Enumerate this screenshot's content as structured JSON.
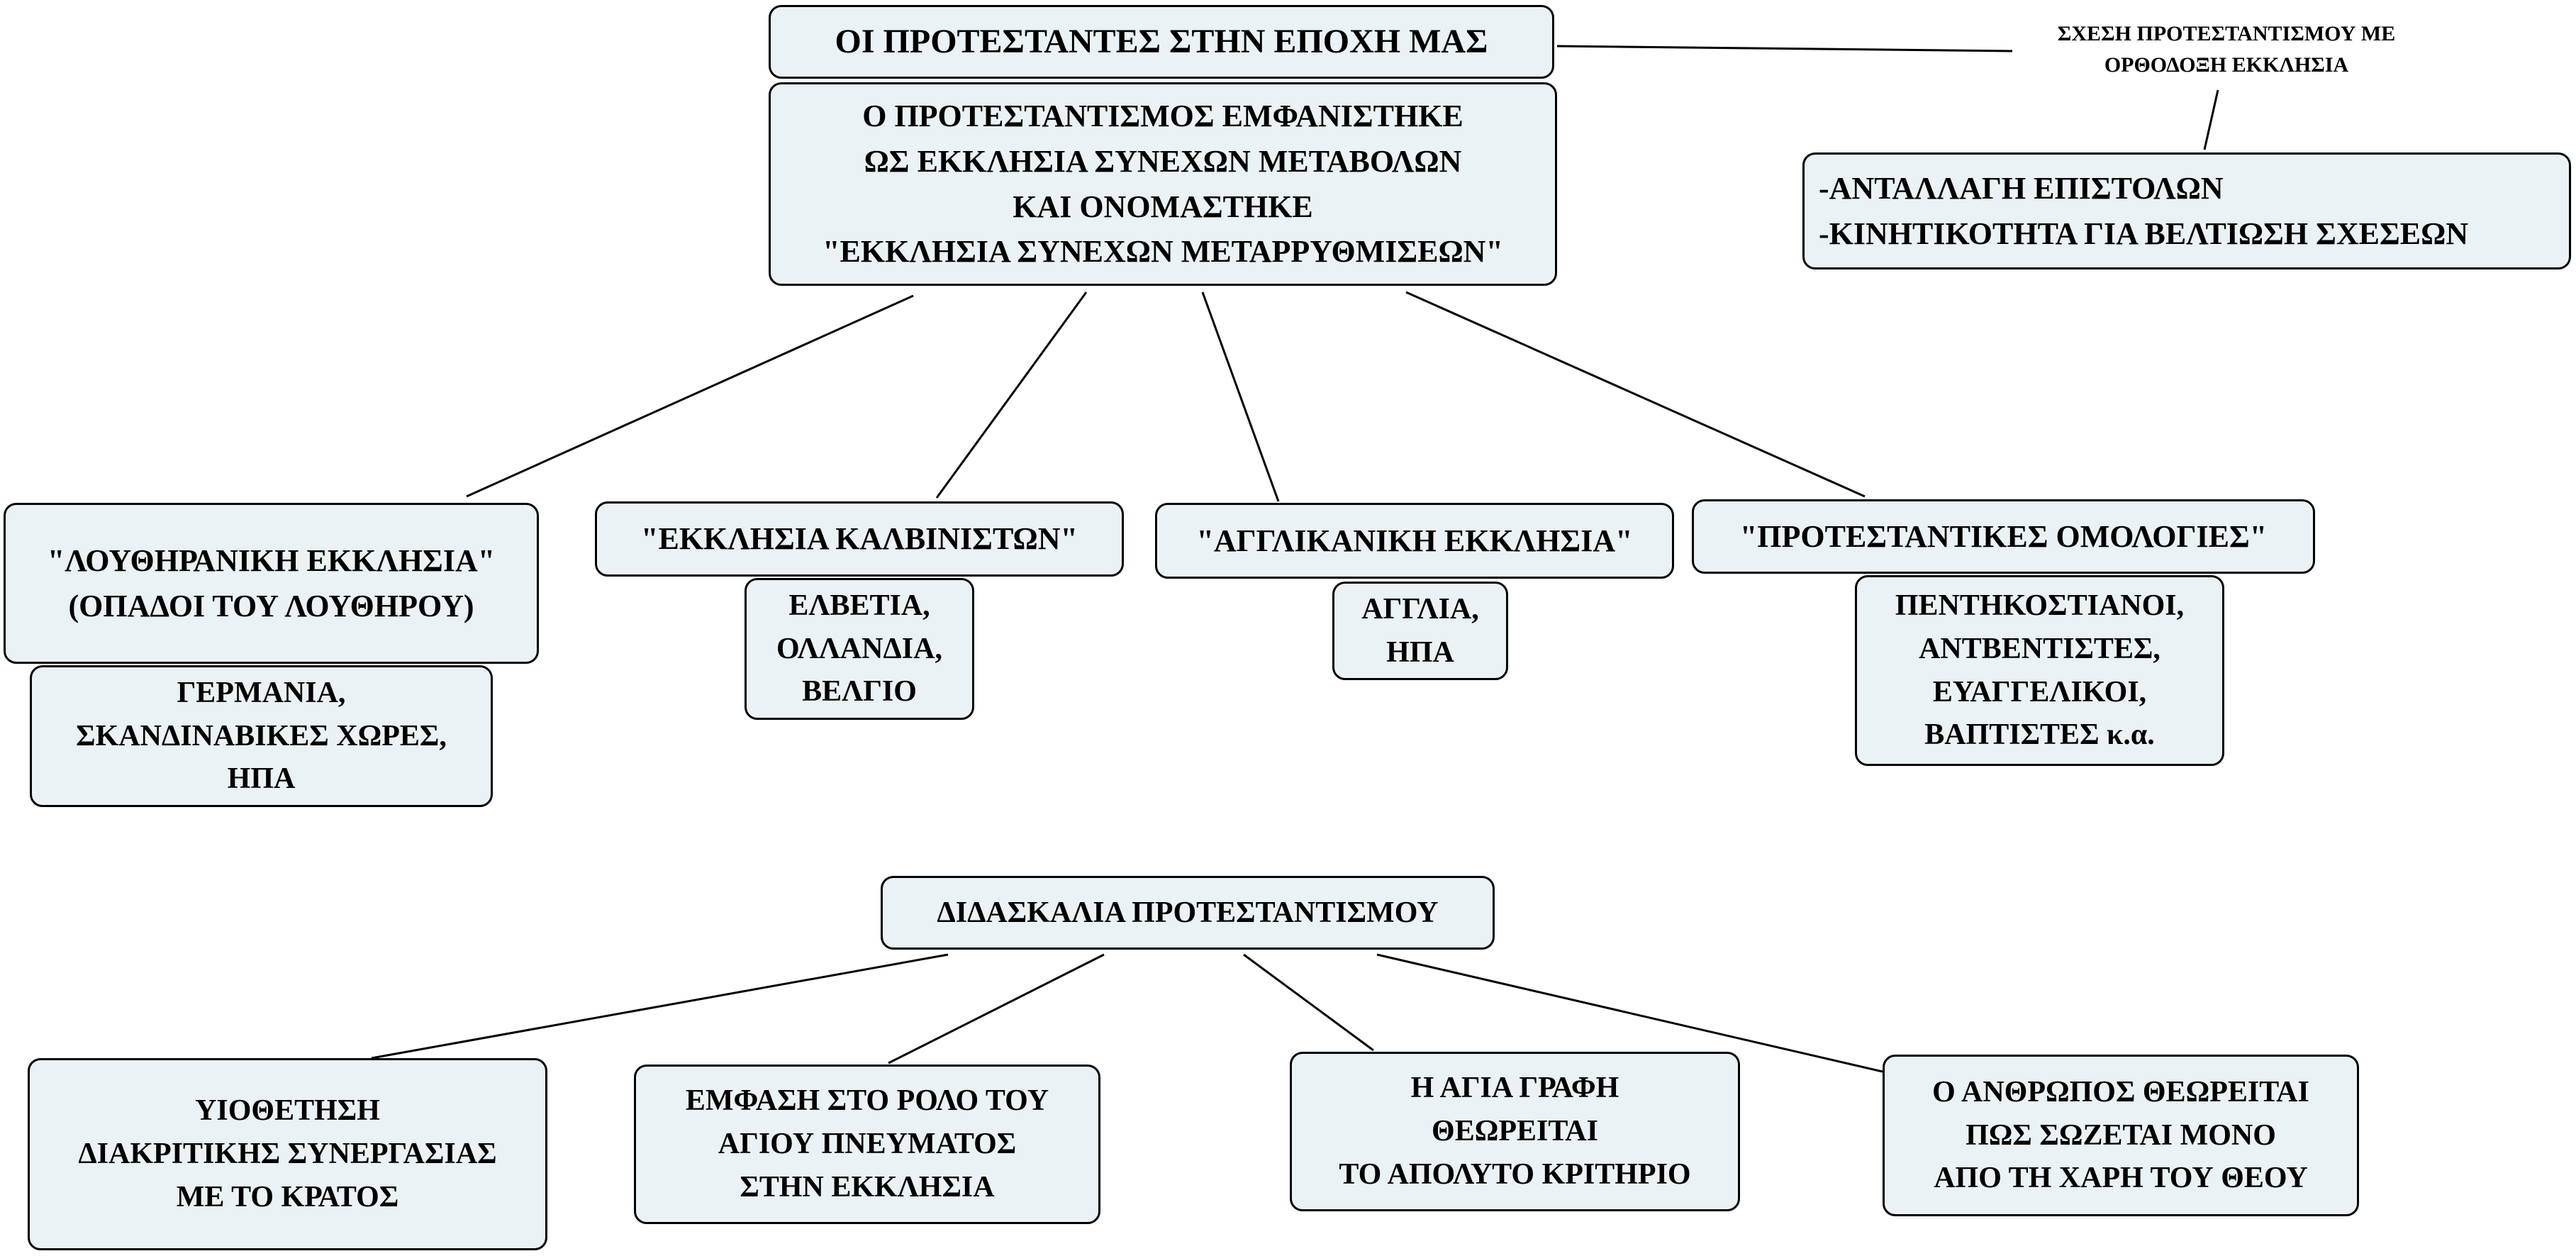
{
  "title": "ΟΙ ΠΡΟΤΕΣΤΑΝΤΕΣ ΣΤΗΝ ΕΠΟΧΗ ΜΑΣ",
  "description": [
    "Ο ΠΡΟΤΕΣΤΑΝΤΙΣΜΟΣ ΕΜΦΑΝΙΣΤΗΚΕ",
    "ΩΣ ΕΚΚΛΗΣΙΑ ΣΥΝΕΧΩΝ ΜΕΤΑΒΟΛΩΝ",
    "ΚΑΙ ΟΝΟΜΑΣΤΗΚΕ",
    "\"ΕΚΚΛΗΣΙΑ ΣΥΝΕΧΩΝ ΜΕΤΑΡΡΥΘΜΙΣΕΩΝ\""
  ],
  "relation": {
    "label": [
      "ΣΧΕΣΗ ΠΡΟΤΕΣΤΑΝΤΙΣΜΟΥ ΜΕ",
      "ΟΡΘΟΔΟΞΗ ΕΚΚΛΗΣΙΑ"
    ],
    "items": [
      "-ΑΝΤΑΛΛΑΓΗ ΕΠΙΣΤΟΛΩΝ",
      "-ΚΙΝΗΤΙΚΟΤΗΤΑ ΓΙΑ ΒΕΛΤΙΩΣΗ ΣΧΕΣΕΩΝ"
    ]
  },
  "churches": [
    {
      "name": [
        "\"ΛΟΥΘΗΡΑΝΙΚΗ ΕΚΚΛΗΣΙΑ\"",
        "(ΟΠΑΔΟΙ ΤΟΥ ΛΟΥΘΗΡΟΥ)"
      ],
      "places": [
        "ΓΕΡΜΑΝΙΑ,",
        "ΣΚΑΝΔΙΝΑΒΙΚΕΣ ΧΩΡΕΣ,",
        "ΗΠΑ"
      ]
    },
    {
      "name": [
        "\"ΕΚΚΛΗΣΙΑ ΚΑΛΒΙΝΙΣΤΩΝ\""
      ],
      "places": [
        "ΕΛΒΕΤΙΑ,",
        "ΟΛΛΑΝΔΙΑ,",
        "ΒΕΛΓΙΟ"
      ]
    },
    {
      "name": [
        "\"ΑΓΓΛΙΚΑΝΙΚΗ ΕΚΚΛΗΣΙΑ\""
      ],
      "places": [
        "ΑΓΓΛΙΑ,",
        "ΗΠΑ"
      ]
    },
    {
      "name": [
        "\"ΠΡΟΤΕΣΤΑΝΤΙΚΕΣ ΟΜΟΛΟΓΙΕΣ\""
      ],
      "places": [
        "ΠΕΝΤΗΚΟΣΤΙΑΝΟΙ,",
        "ΑΝΤΒΕΝΤΙΣΤΕΣ,",
        "ΕΥΑΓΓΕΛΙΚΟΙ,",
        "ΒΑΠΤΙΣΤΕΣ κ.α."
      ]
    }
  ],
  "doctrine": {
    "title": "ΔΙΔΑΣΚΑΛΙΑ ΠΡΟΤΕΣΤΑΝΤΙΣΜΟΥ",
    "points": [
      [
        "ΥΙΟΘΕΤΗΣΗ",
        "ΔΙΑΚΡΙΤΙΚΗΣ ΣΥΝΕΡΓΑΣΙΑΣ",
        "ΜΕ ΤΟ ΚΡΑΤΟΣ"
      ],
      [
        "ΕΜΦΑΣΗ ΣΤΟ ΡΟΛΟ ΤΟΥ",
        "ΑΓΙΟΥ ΠΝΕΥΜΑΤΟΣ",
        "ΣΤΗΝ ΕΚΚΛΗΣΙΑ"
      ],
      [
        "Η ΑΓΙΑ ΓΡΑΦΗ",
        "ΘΕΩΡΕΙΤΑΙ",
        "ΤΟ ΑΠΟΛΥΤΟ ΚΡΙΤΗΡΙΟ"
      ],
      [
        "Ο ΑΝΘΡΩΠΟΣ ΘΕΩΡΕΙΤΑΙ",
        "ΠΩΣ ΣΩΖΕΤΑΙ ΜΟΝΟ",
        "ΑΠΟ ΤΗ ΧΑΡΗ ΤΟΥ ΘΕΟΥ"
      ]
    ]
  }
}
